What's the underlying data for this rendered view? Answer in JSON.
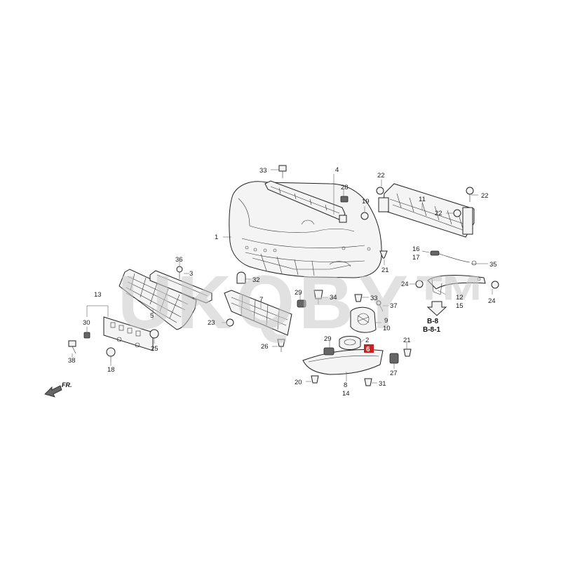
{
  "watermark": "UKQBY™",
  "direction_marker": "FR.",
  "callouts": [
    {
      "id": "c1",
      "text": "1"
    },
    {
      "id": "c2",
      "text": "2"
    },
    {
      "id": "c3",
      "text": "3"
    },
    {
      "id": "c4",
      "text": "4"
    },
    {
      "id": "c5",
      "text": "5"
    },
    {
      "id": "c6",
      "text": "6"
    },
    {
      "id": "c7",
      "text": "7"
    },
    {
      "id": "c8",
      "text": "8"
    },
    {
      "id": "c9",
      "text": "9"
    },
    {
      "id": "c10",
      "text": "10"
    },
    {
      "id": "c11",
      "text": "11"
    },
    {
      "id": "c12",
      "text": "12"
    },
    {
      "id": "c13",
      "text": "13"
    },
    {
      "id": "c14",
      "text": "14"
    },
    {
      "id": "c15",
      "text": "15"
    },
    {
      "id": "c16",
      "text": "16"
    },
    {
      "id": "c17",
      "text": "17"
    },
    {
      "id": "c18",
      "text": "18"
    },
    {
      "id": "c19",
      "text": "19"
    },
    {
      "id": "c20",
      "text": "20"
    },
    {
      "id": "c21a",
      "text": "21"
    },
    {
      "id": "c21b",
      "text": "21"
    },
    {
      "id": "c22a",
      "text": "22"
    },
    {
      "id": "c22b",
      "text": "22"
    },
    {
      "id": "c22c",
      "text": "22"
    },
    {
      "id": "c23",
      "text": "23"
    },
    {
      "id": "c24a",
      "text": "24"
    },
    {
      "id": "c24b",
      "text": "24"
    },
    {
      "id": "c25",
      "text": "25"
    },
    {
      "id": "c26",
      "text": "26"
    },
    {
      "id": "c27",
      "text": "27"
    },
    {
      "id": "c28",
      "text": "28"
    },
    {
      "id": "c29a",
      "text": "29"
    },
    {
      "id": "c29b",
      "text": "29"
    },
    {
      "id": "c30",
      "text": "30"
    },
    {
      "id": "c31",
      "text": "31"
    },
    {
      "id": "c32",
      "text": "32"
    },
    {
      "id": "c33a",
      "text": "33"
    },
    {
      "id": "c33b",
      "text": "33"
    },
    {
      "id": "c34",
      "text": "34"
    },
    {
      "id": "c35",
      "text": "35"
    },
    {
      "id": "c36",
      "text": "36"
    },
    {
      "id": "c37",
      "text": "37"
    },
    {
      "id": "c38",
      "text": "38"
    }
  ],
  "reference": {
    "line1": "B-8",
    "line2": "B-8-1"
  },
  "highlight_color": "#cc1f1f"
}
